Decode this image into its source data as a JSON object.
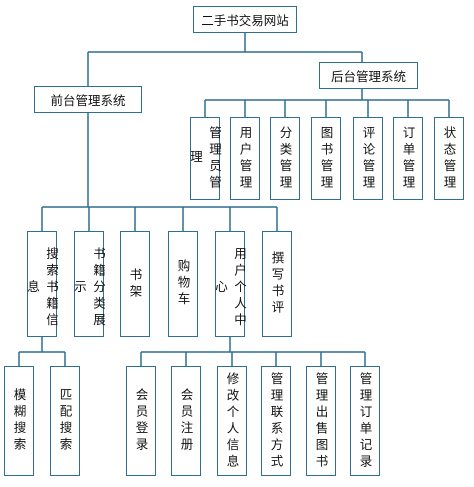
{
  "title": "二手书交易网站",
  "front": "前台管理系统",
  "back": "后台管理系统",
  "backItems": [
    "管理员管理",
    "用户管理",
    "分类管理",
    "图书管理",
    "评论管理",
    "订单管理",
    "状态管理"
  ],
  "frontItems": [
    "搜索书籍信息",
    "书籍分类展示",
    "书架",
    "购物车",
    "用户个人中心",
    "撰写书评"
  ],
  "searchItems": [
    "模糊搜索",
    "匹配搜索"
  ],
  "centerItems": [
    "会员登录",
    "会员注册",
    "修改个人信息",
    "管理联系方式",
    "管理出售图书",
    "管理订单记录"
  ]
}
